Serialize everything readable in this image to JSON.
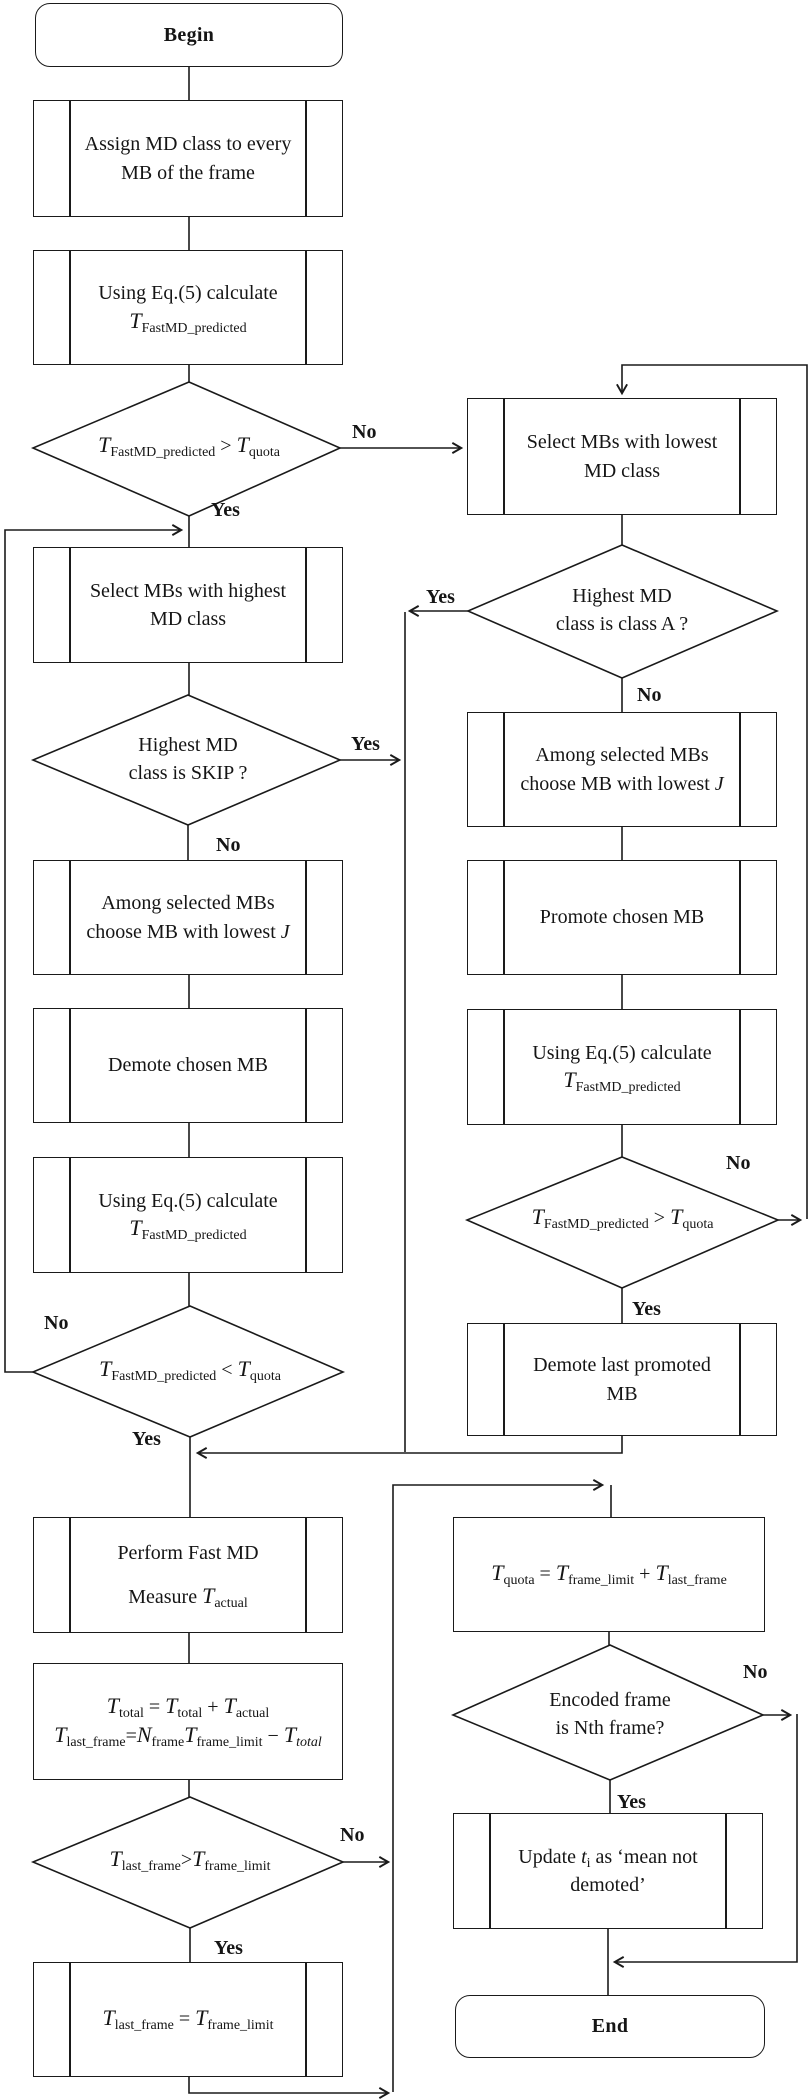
{
  "figure": {
    "kind": "flowchart"
  },
  "nodes": {
    "begin": {
      "label": "Begin"
    },
    "assign": {
      "lines": [
        [
          {
            "t": "Assign MD class to every"
          }
        ],
        [
          {
            "t": "MB of the frame"
          }
        ]
      ]
    },
    "calc1": {
      "lines": [
        [
          {
            "t": "Using Eq.(5) calculate"
          }
        ],
        [
          {
            "t": "T",
            "s": "v"
          },
          {
            "t": "FastMD_predicted",
            "s": "sub"
          }
        ]
      ]
    },
    "d1": {
      "lines": [
        [
          {
            "t": "T",
            "s": "v"
          },
          {
            "t": "FastMD_predicted",
            "s": "sub"
          },
          {
            "t": " > "
          },
          {
            "t": "T",
            "s": "v"
          },
          {
            "t": "quota",
            "s": "sub"
          }
        ]
      ]
    },
    "selHighest": {
      "lines": [
        [
          {
            "t": "Select MBs with highest"
          }
        ],
        [
          {
            "t": "MD class"
          }
        ]
      ]
    },
    "d2": {
      "lines": [
        [
          {
            "t": "Highest MD"
          }
        ],
        [
          {
            "t": "class is SKIP ?"
          }
        ]
      ]
    },
    "amongL": {
      "lines": [
        [
          {
            "t": "Among selected MBs"
          }
        ],
        [
          {
            "t": "choose MB with lowest "
          },
          {
            "t": "J",
            "s": "i"
          }
        ]
      ]
    },
    "demoteChosen": {
      "lines": [
        [
          {
            "t": "Demote chosen MB"
          }
        ]
      ]
    },
    "calc2": {
      "lines": [
        [
          {
            "t": "Using Eq.(5) calculate"
          }
        ],
        [
          {
            "t": "T",
            "s": "v"
          },
          {
            "t": "FastMD_predicted",
            "s": "sub"
          }
        ]
      ]
    },
    "d3": {
      "lines": [
        [
          {
            "t": "T",
            "s": "v"
          },
          {
            "t": "FastMD_predicted",
            "s": "sub"
          },
          {
            "t": " < "
          },
          {
            "t": "T",
            "s": "v"
          },
          {
            "t": "quota",
            "s": "sub"
          }
        ]
      ]
    },
    "performFast": {
      "lines": [
        [
          {
            "t": "Perform Fast MD"
          }
        ],
        [
          {
            "t": "Measure "
          },
          {
            "t": "T",
            "s": "v"
          },
          {
            "t": "actual",
            "s": "sub"
          }
        ]
      ]
    },
    "totals": {
      "lines": [
        [
          {
            "t": "T",
            "s": "v"
          },
          {
            "t": "total",
            "s": "sub"
          },
          {
            "t": " = "
          },
          {
            "t": "T",
            "s": "v"
          },
          {
            "t": "total",
            "s": "sub"
          },
          {
            "t": " + "
          },
          {
            "t": "T",
            "s": "v"
          },
          {
            "t": "actual",
            "s": "sub"
          }
        ],
        [
          {
            "t": "T",
            "s": "v"
          },
          {
            "t": "last_frame",
            "s": "sub"
          },
          {
            "t": "="
          },
          {
            "t": "N",
            "s": "v"
          },
          {
            "t": "frame",
            "s": "sub"
          },
          {
            "t": "T",
            "s": "v"
          },
          {
            "t": "frame_limit",
            "s": "sub"
          },
          {
            "t": " − "
          },
          {
            "t": "T",
            "s": "v"
          },
          {
            "t": "total",
            "s": "subi"
          }
        ]
      ]
    },
    "d4": {
      "lines": [
        [
          {
            "t": "T",
            "s": "v"
          },
          {
            "t": "last_frame",
            "s": "sub"
          },
          {
            "t": ">"
          },
          {
            "t": "T",
            "s": "v"
          },
          {
            "t": "frame_limit",
            "s": "sub"
          }
        ]
      ]
    },
    "lastFrameLimit": {
      "lines": [
        [
          {
            "t": "T",
            "s": "v"
          },
          {
            "t": "last_frame",
            "s": "sub"
          },
          {
            "t": " = "
          },
          {
            "t": "T",
            "s": "v"
          },
          {
            "t": "frame_limit",
            "s": "sub"
          }
        ]
      ]
    },
    "selLowest": {
      "lines": [
        [
          {
            "t": "Select MBs with lowest"
          }
        ],
        [
          {
            "t": "MD class"
          }
        ]
      ]
    },
    "dA": {
      "lines": [
        [
          {
            "t": "Highest MD"
          }
        ],
        [
          {
            "t": "class is class A ?"
          }
        ]
      ]
    },
    "amongR": {
      "lines": [
        [
          {
            "t": "Among selected MBs"
          }
        ],
        [
          {
            "t": "choose MB with lowest "
          },
          {
            "t": "J",
            "s": "i"
          }
        ]
      ]
    },
    "promote": {
      "lines": [
        [
          {
            "t": "Promote chosen MB"
          }
        ]
      ]
    },
    "calc3": {
      "lines": [
        [
          {
            "t": "Using Eq.(5) calculate"
          }
        ],
        [
          {
            "t": "T",
            "s": "v"
          },
          {
            "t": "FastMD_predicted",
            "s": "sub"
          }
        ]
      ]
    },
    "dq": {
      "lines": [
        [
          {
            "t": "T",
            "s": "v"
          },
          {
            "t": "FastMD_predicted",
            "s": "sub"
          },
          {
            "t": " > "
          },
          {
            "t": "T",
            "s": "v"
          },
          {
            "t": "quota",
            "s": "sub"
          }
        ]
      ]
    },
    "demoteLast": {
      "lines": [
        [
          {
            "t": "Demote last promoted"
          }
        ],
        [
          {
            "t": "MB"
          }
        ]
      ]
    },
    "tquota": {
      "lines": [
        [
          {
            "t": "T",
            "s": "v"
          },
          {
            "t": "quota",
            "s": "sub"
          },
          {
            "t": " = "
          },
          {
            "t": "T",
            "s": "v"
          },
          {
            "t": "frame_limit",
            "s": "sub"
          },
          {
            "t": " + "
          },
          {
            "t": "T",
            "s": "v"
          },
          {
            "t": "last_frame",
            "s": "sub"
          }
        ]
      ]
    },
    "dn": {
      "lines": [
        [
          {
            "t": "Encoded frame"
          }
        ],
        [
          {
            "t": "is Nth frame?"
          }
        ]
      ]
    },
    "update": {
      "lines": [
        [
          {
            "t": "Update "
          },
          {
            "t": "t",
            "s": "i"
          },
          {
            "t": "i",
            "s": "sub"
          },
          {
            "t": " as ‘mean not"
          }
        ],
        [
          {
            "t": "demoted’"
          }
        ]
      ]
    },
    "end": {
      "label": "End"
    }
  },
  "edge_labels": {
    "d1_yes": "Yes",
    "d1_no": "No",
    "d2_yes": "Yes",
    "d2_no": "No",
    "d3_yes": "Yes",
    "d3_no": "No",
    "d4_yes": "Yes",
    "d4_no": "No",
    "dA_yes": "Yes",
    "dA_no": "No",
    "dq_yes": "Yes",
    "dq_no": "No",
    "dn_yes": "Yes",
    "dn_no": "No"
  },
  "colors": {
    "line": "#1a1a1a",
    "background": "#ffffff"
  }
}
